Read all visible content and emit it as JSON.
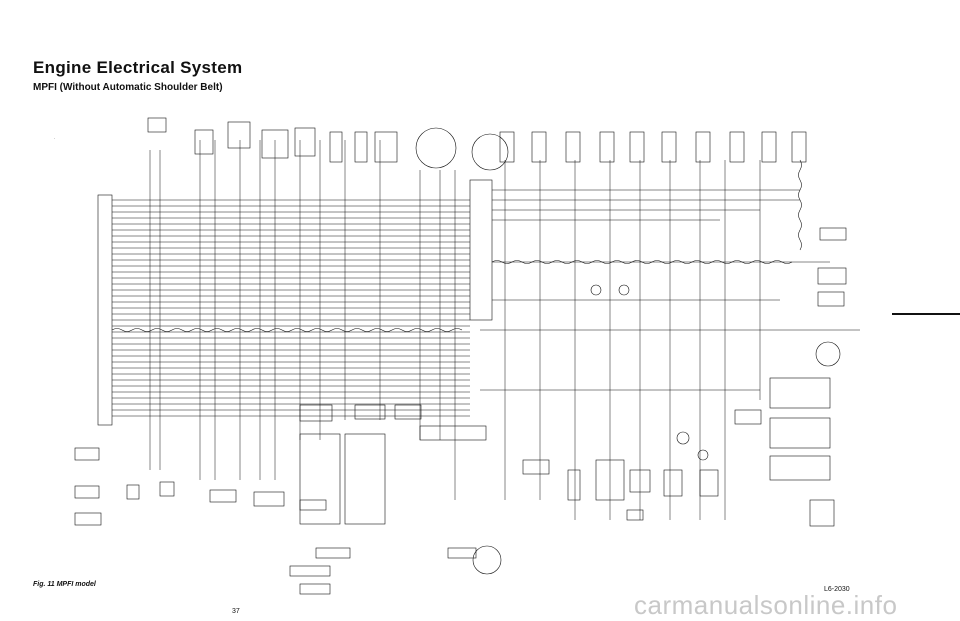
{
  "page": {
    "title": "Engine Electrical System",
    "subtitle": "MPFI (Without Automatic Shoulder Belt)",
    "figure_caption": "Fig. 11 MPFI model",
    "page_number": "37",
    "drawing_code": "L6-2030",
    "watermark": "carmanualsonline.info"
  },
  "colors": {
    "ink": "#111111",
    "paper": "#ffffff",
    "watermark": "#c8c8c8"
  }
}
